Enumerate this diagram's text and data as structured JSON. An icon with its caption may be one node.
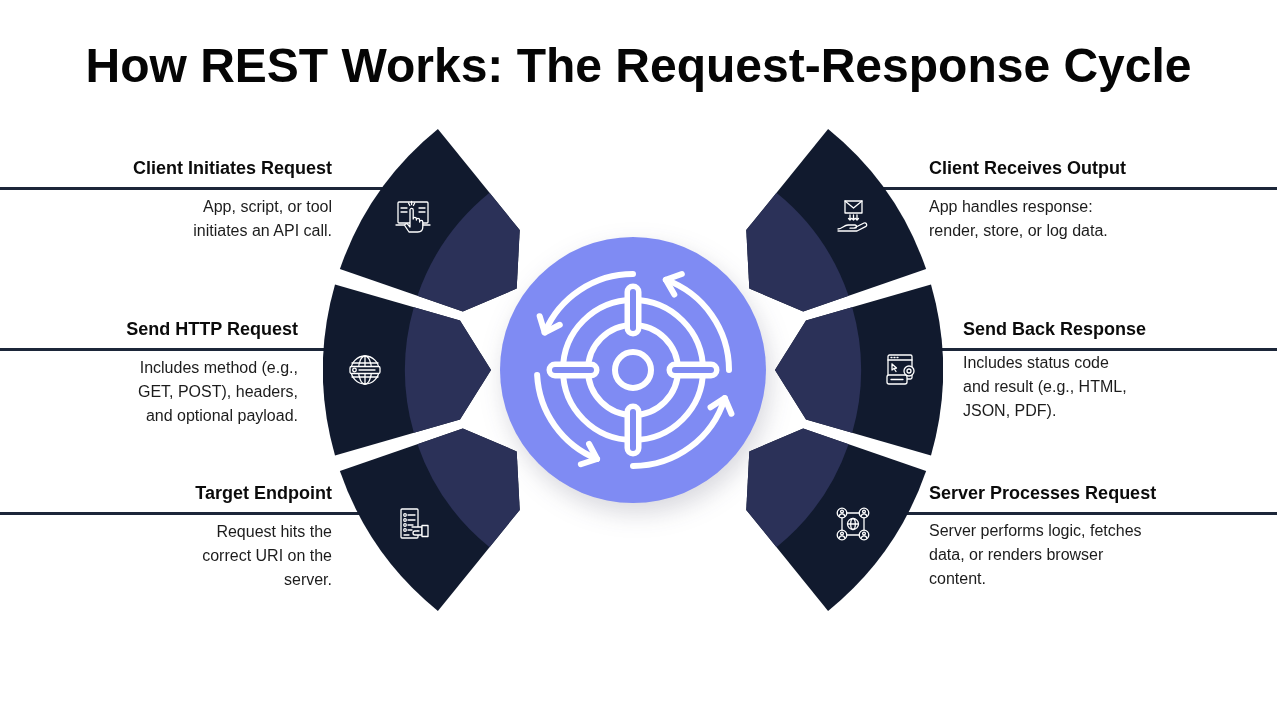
{
  "diagram": {
    "title": "How REST Works: The Request-Response Cycle",
    "nodes": [
      {
        "text": [
          "Client Initiates Request",
          "App, script, or tool initiates an API call."
        ]
      },
      {
        "text": [
          "Send HTTP Request",
          "Includes method (e.g., GET, POST), headers, and optional payload."
        ]
      },
      {
        "text": [
          "Target Endpoint",
          "Request hits the correct URI on the server."
        ]
      },
      {
        "text": [
          "Client Receives Output",
          "App handles response: render, store, or log data."
        ]
      },
      {
        "text": [
          "Send Back Response",
          "Includes status code and result (e.g., HTML, JSON, PDF)."
        ]
      },
      {
        "text": [
          "Server Processes Request",
          "Server performs logic, fetches data, or renders browser content."
        ]
      }
    ]
  }
}
